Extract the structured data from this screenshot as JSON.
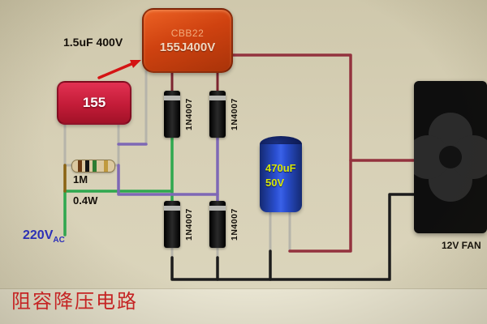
{
  "title": "阻容降压电路",
  "annotations": {
    "cap_value_label": "1.5uF 400V"
  },
  "components": {
    "cbb22": {
      "line1": "CBB22",
      "line2": "155J400V"
    },
    "film_cap": {
      "label": "155"
    },
    "resistor": {
      "value": "1M",
      "power": "0.4W"
    },
    "mains": {
      "voltage": "220V",
      "suffix": "AC"
    },
    "diodes": [
      {
        "label": "1N4007"
      },
      {
        "label": "1N4007"
      },
      {
        "label": "1N4007"
      },
      {
        "label": "1N4007"
      }
    ],
    "electrolytic": {
      "value": "470uF",
      "voltage": "50V"
    },
    "fan": {
      "label": "12V FAN"
    }
  },
  "colors": {
    "background": "#d6cfb4",
    "wire_brown_live": "#8a6314",
    "wire_green": "#2fa84f",
    "wire_purple": "#7e68b5",
    "wire_dc_positive_maroon": "#93323e",
    "wire_dc_negative_black": "#1c1c1c",
    "cbb22_body": "#cc4412",
    "film_cap_body": "#c31c38",
    "electrolytic_body": "#1d3fae",
    "electrolytic_text": "#d6e70a",
    "annotation_arrow_red": "#d41414",
    "mains_text_blue": "#2b2fc0",
    "title_red": "#c52424"
  }
}
